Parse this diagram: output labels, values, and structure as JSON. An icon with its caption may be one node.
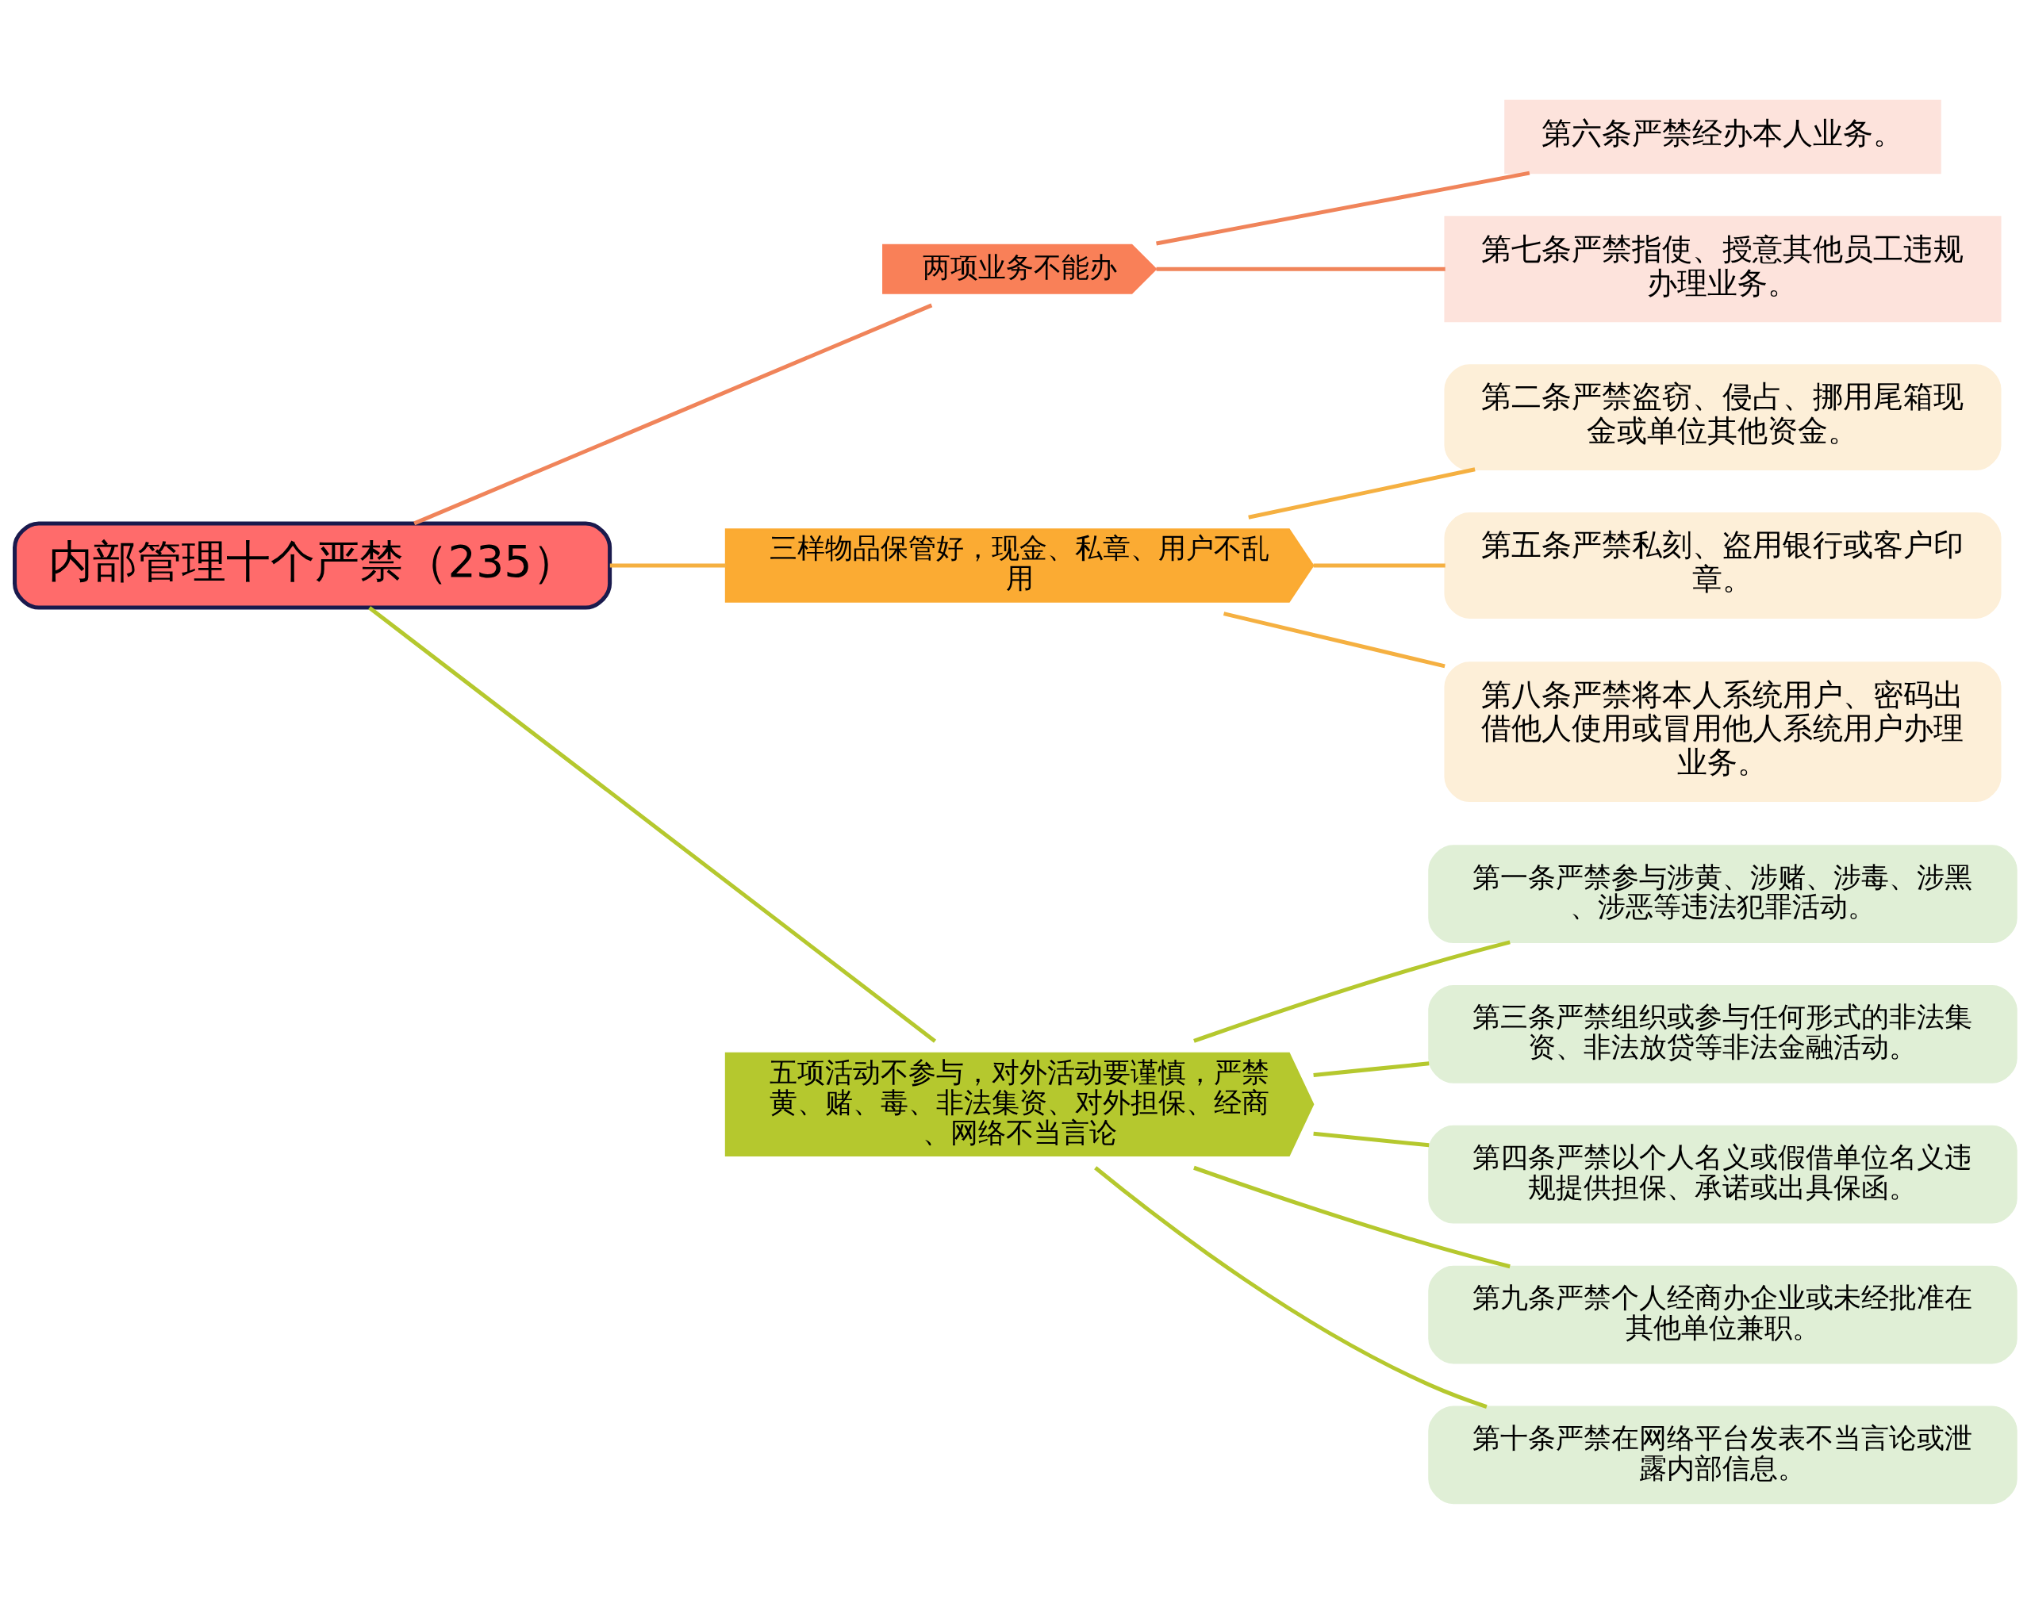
{
  "diagram": {
    "nodes": [
      {
        "text": [
          "内部管理十个严禁（235）"
        ]
      },
      {
        "text": [
          "两项业务不能办"
        ]
      },
      {
        "text": [
          "第六条严禁经办本人业务。"
        ]
      },
      {
        "text": [
          "第七条严禁指使、授意其他员工违规办理业务。"
        ]
      },
      {
        "text": [
          "三样物品保管好，现金、私章、用户不乱用"
        ]
      },
      {
        "text": [
          "第二条严禁盗窃、侵占、挪用尾箱现金或单位其他资金。"
        ]
      },
      {
        "text": [
          "第五条严禁私刻、盗用银行或客户印章。"
        ]
      },
      {
        "text": [
          "第八条严禁将本人系统用户、密码出借他人使用或冒用他人系统用户办理业务。"
        ]
      },
      {
        "text": [
          "五项活动不参与，对外活动要谨慎，严禁黄、赌、毒、非法集资、对外担保、经商、网络不当言论"
        ]
      },
      {
        "text": [
          "第一条严禁参与涉黄、涉赌、涉毒、涉黑、涉恶等违法犯罪活动。"
        ]
      },
      {
        "text": [
          "第三条严禁组织或参与任何形式的非法集资、非法放贷等非法金融活动。"
        ]
      },
      {
        "text": [
          "第四条严禁以个人名义或假借单位名义违规提供担保、承诺或出具保函。"
        ]
      },
      {
        "text": [
          "第九条严禁个人经商办企业或未经批准在其他单位兼职。"
        ]
      },
      {
        "text": [
          "第十条严禁在网络平台发表不当言论或泄露内部信息。"
        ]
      }
    ],
    "edges": [
      {
        "from": 0,
        "to": 1,
        "arrow": "none",
        "color": "#f0845a"
      },
      {
        "from": 1,
        "to": 2,
        "arrow": "none",
        "color": "#f0845a"
      },
      {
        "from": 1,
        "to": 3,
        "arrow": "none",
        "color": "#f0845a"
      },
      {
        "from": 0,
        "to": 4,
        "arrow": "none",
        "color": "#f5b041"
      },
      {
        "from": 4,
        "to": 5,
        "arrow": "none",
        "color": "#f5b041"
      },
      {
        "from": 4,
        "to": 6,
        "arrow": "none",
        "color": "#f5b041"
      },
      {
        "from": 4,
        "to": 7,
        "arrow": "none",
        "color": "#f5b041"
      },
      {
        "from": 0,
        "to": 8,
        "arrow": "none",
        "color": "#b5c82e"
      },
      {
        "from": 8,
        "to": 9,
        "arrow": "none",
        "color": "#b5c82e"
      },
      {
        "from": 8,
        "to": 10,
        "arrow": "none",
        "color": "#b5c82e"
      },
      {
        "from": 8,
        "to": 11,
        "arrow": "none",
        "color": "#b5c82e"
      },
      {
        "from": 8,
        "to": 12,
        "arrow": "none",
        "color": "#b5c82e"
      },
      {
        "from": 8,
        "to": 13,
        "arrow": "none",
        "color": "#b5c82e"
      }
    ]
  }
}
